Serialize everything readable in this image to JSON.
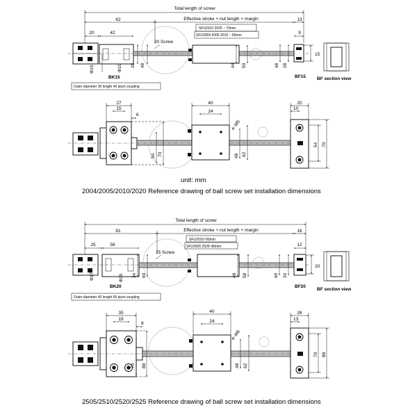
{
  "set1": {
    "top": {
      "total_length": "Total length of screw",
      "effective": "Effective stroke + nut length + margin",
      "dims_top": [
        "62",
        "13",
        "20",
        "42",
        "9"
      ],
      "nut_variants": [
        "SFU2010 2025 ~ 70mm",
        "SFU2004 2005 2010 ~ 60mm"
      ],
      "screw_label": "20 Screw",
      "vertical_dims": [
        "Φ10",
        "Φ10",
        "28",
        "48",
        "44",
        "50",
        "48",
        "28"
      ],
      "end_dim": "15",
      "bk_label": "BK15",
      "bf_label": "BF15",
      "section_view": "BF section view",
      "coupling_note": "Outer diameter 30 length 40 plum coupling"
    },
    "bottom": {
      "dims_top": [
        "27",
        "15",
        "6",
        "40",
        "24",
        "20",
        "10"
      ],
      "thread": "4~M5",
      "vertical_dims": [
        "54",
        "70",
        "48",
        "62",
        "54",
        "70"
      ]
    },
    "unit": "unit:  mm",
    "caption": "2004/2005/2010/2020 Reference drawing of ball screw set installation dimensions"
  },
  "set2": {
    "top": {
      "total_length": "Total length of screw",
      "effective": "Effective stroke + nut length + margin",
      "dims_top": [
        "81",
        "16",
        "25",
        "56",
        "12"
      ],
      "nut_variants": [
        "SFU2510~95mm",
        "SFU2505 2525~80mm"
      ],
      "screw_label": "25 Screw",
      "vertical_dims": [
        "Φ17",
        "Φ25",
        "34",
        "60",
        "48",
        "58",
        "60",
        "34"
      ],
      "end_dim": "20",
      "bk_label": "BK20",
      "bf_label": "BF20",
      "section_view": "BF section view",
      "coupling_note": "Outer diameter 40 length 65 plum coupling"
    },
    "bottom": {
      "dims_top": [
        "35",
        "19",
        "8",
        "40",
        "24",
        "26",
        "13"
      ],
      "thread": "4~M6",
      "vertical_dims": [
        "70",
        "88",
        "48",
        "62",
        "70",
        "88"
      ]
    },
    "caption": "2505/2510/2520/2525 Reference drawing of ball screw set installation dimensions"
  },
  "colors": {
    "line": "#000000",
    "shaft": "#bdbdbd",
    "watermark": "#d8d8d8"
  }
}
